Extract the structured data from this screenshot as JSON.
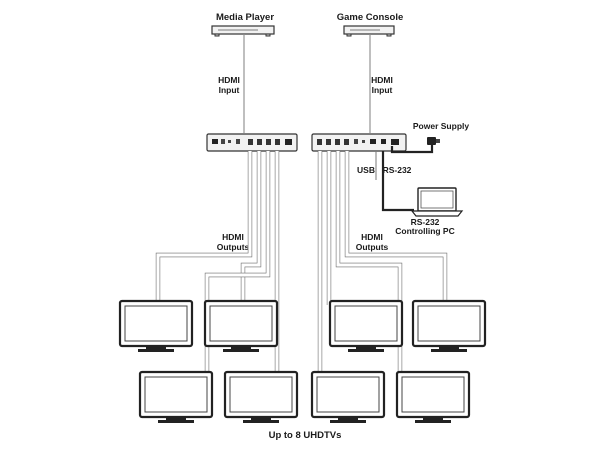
{
  "labels": {
    "media_player": "Media Player",
    "game_console": "Game Console",
    "hdmi_input_left_1": "HDMI",
    "hdmi_input_left_2": "Input",
    "hdmi_input_right_1": "HDMI",
    "hdmi_input_right_2": "Input",
    "power_supply": "Power Supply",
    "usb": "USB",
    "rs232": "RS-232",
    "rs232_pc_1": "RS-232",
    "rs232_pc_2": "Controlling PC",
    "hdmi_outputs_left_1": "HDMI",
    "hdmi_outputs_left_2": "Outputs",
    "hdmi_outputs_right_1": "HDMI",
    "hdmi_outputs_right_2": "Outputs",
    "footer": "Up to 8 UHDTVs"
  },
  "icons": {
    "source_devices": "set-top-box-icon",
    "splitters": "hdmi-splitter-icon",
    "power": "power-adapter-icon",
    "pc": "laptop-icon",
    "displays": "tv-icon"
  }
}
